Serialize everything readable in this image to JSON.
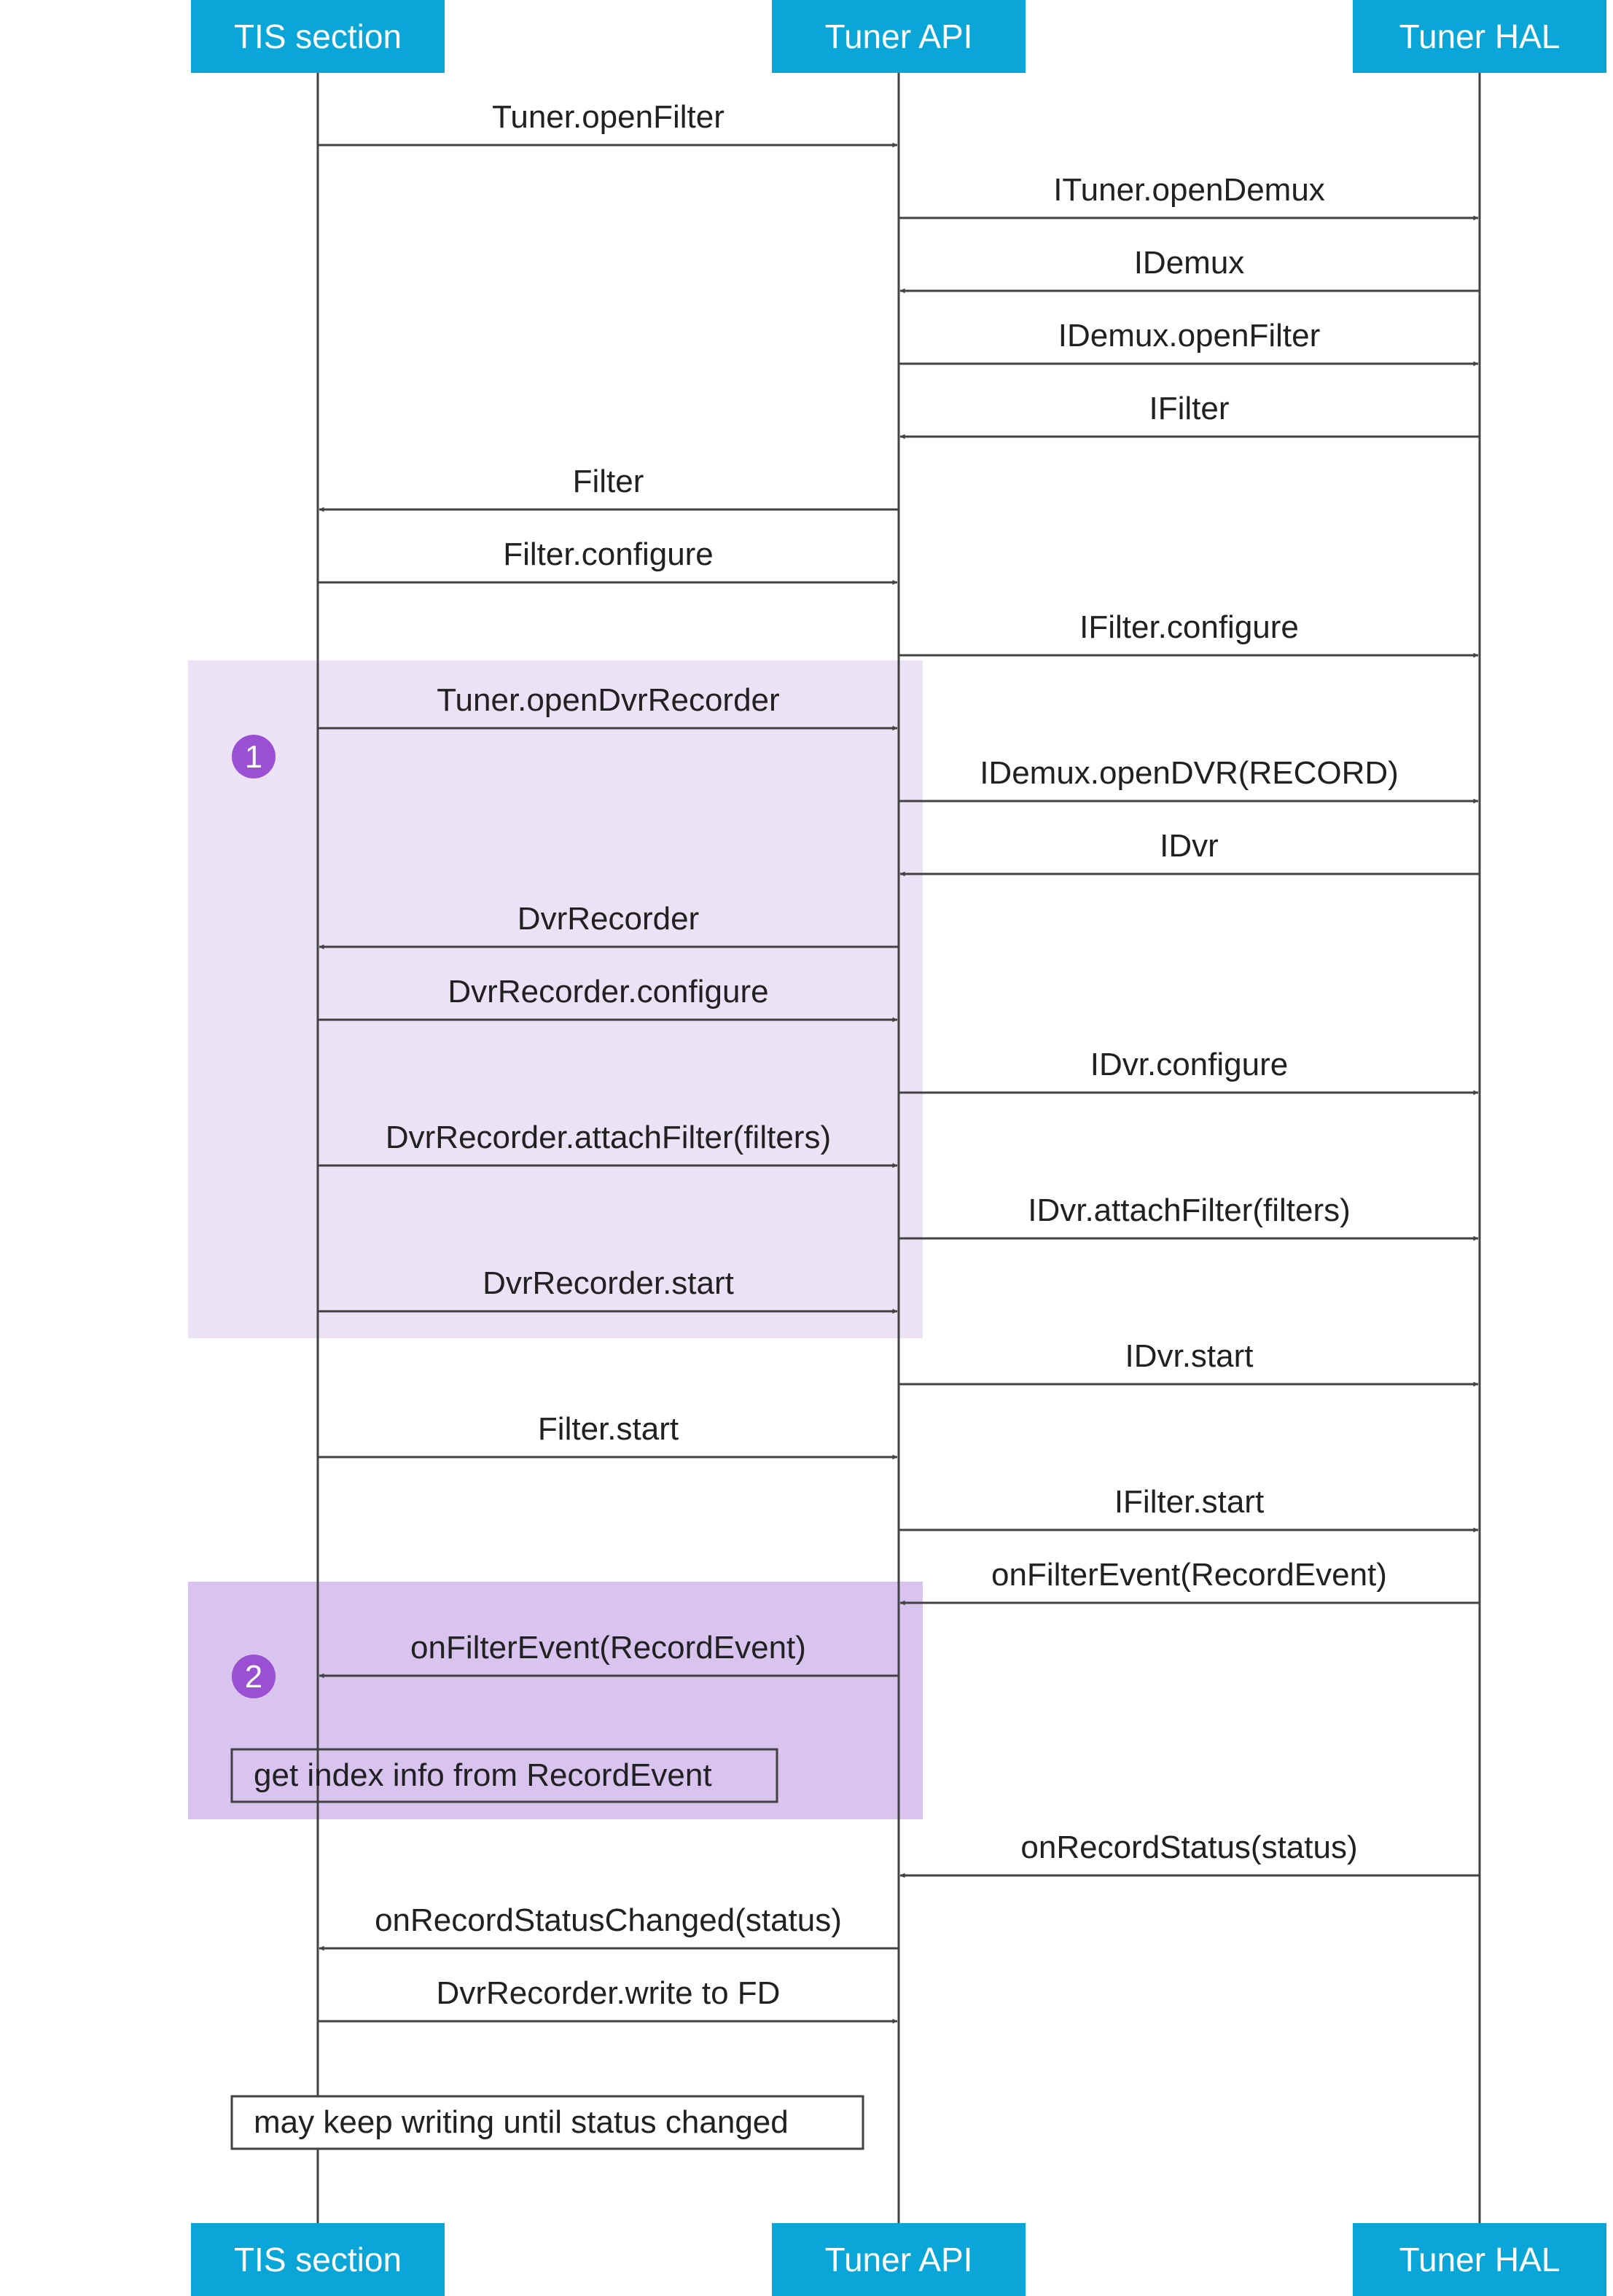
{
  "participants": [
    {
      "id": "tis",
      "label": "TIS section"
    },
    {
      "id": "api",
      "label": "Tuner API"
    },
    {
      "id": "hal",
      "label": "Tuner HAL"
    }
  ],
  "colors": {
    "header": "#0aa6d8",
    "lifeline": "#424242",
    "arrow": "#424242",
    "group1": "#ebe2f6",
    "group2": "#d8c4ee",
    "badge": "#9b4fd3",
    "text": "#212121",
    "note_border": "#424242"
  },
  "groups": [
    {
      "badge": "1"
    },
    {
      "badge": "2"
    }
  ],
  "messages": [
    {
      "label": "Tuner.openFilter",
      "from": "tis",
      "to": "api"
    },
    {
      "label": "ITuner.openDemux",
      "from": "api",
      "to": "hal"
    },
    {
      "label": "IDemux",
      "from": "hal",
      "to": "api"
    },
    {
      "label": "IDemux.openFilter",
      "from": "api",
      "to": "hal"
    },
    {
      "label": "IFilter",
      "from": "hal",
      "to": "api"
    },
    {
      "label": "Filter",
      "from": "api",
      "to": "tis"
    },
    {
      "label": "Filter.configure",
      "from": "tis",
      "to": "api"
    },
    {
      "label": "IFilter.configure",
      "from": "api",
      "to": "hal"
    },
    {
      "label": "Tuner.openDvrRecorder",
      "from": "tis",
      "to": "api"
    },
    {
      "label": "IDemux.openDVR(RECORD)",
      "from": "api",
      "to": "hal"
    },
    {
      "label": "IDvr",
      "from": "hal",
      "to": "api"
    },
    {
      "label": "DvrRecorder",
      "from": "api",
      "to": "tis"
    },
    {
      "label": "DvrRecorder.configure",
      "from": "tis",
      "to": "api"
    },
    {
      "label": "IDvr.configure",
      "from": "api",
      "to": "hal"
    },
    {
      "label": "DvrRecorder.attachFilter(filters)",
      "from": "tis",
      "to": "api"
    },
    {
      "label": "IDvr.attachFilter(filters)",
      "from": "api",
      "to": "hal"
    },
    {
      "label": "DvrRecorder.start",
      "from": "tis",
      "to": "api"
    },
    {
      "label": "IDvr.start",
      "from": "api",
      "to": "hal"
    },
    {
      "label": "Filter.start",
      "from": "tis",
      "to": "api"
    },
    {
      "label": "IFilter.start",
      "from": "api",
      "to": "hal"
    },
    {
      "label": "onFilterEvent(RecordEvent)",
      "from": "hal",
      "to": "api"
    },
    {
      "label": "onFilterEvent(RecordEvent)",
      "from": "api",
      "to": "tis"
    },
    {
      "label": "onRecordStatus(status)",
      "from": "hal",
      "to": "api"
    },
    {
      "label": "onRecordStatusChanged(status)",
      "from": "api",
      "to": "tis"
    },
    {
      "label": "DvrRecorder.write to FD",
      "from": "tis",
      "to": "api"
    }
  ],
  "notes": [
    {
      "text": "get index info from RecordEvent"
    },
    {
      "text": "may keep writing until status changed"
    }
  ]
}
